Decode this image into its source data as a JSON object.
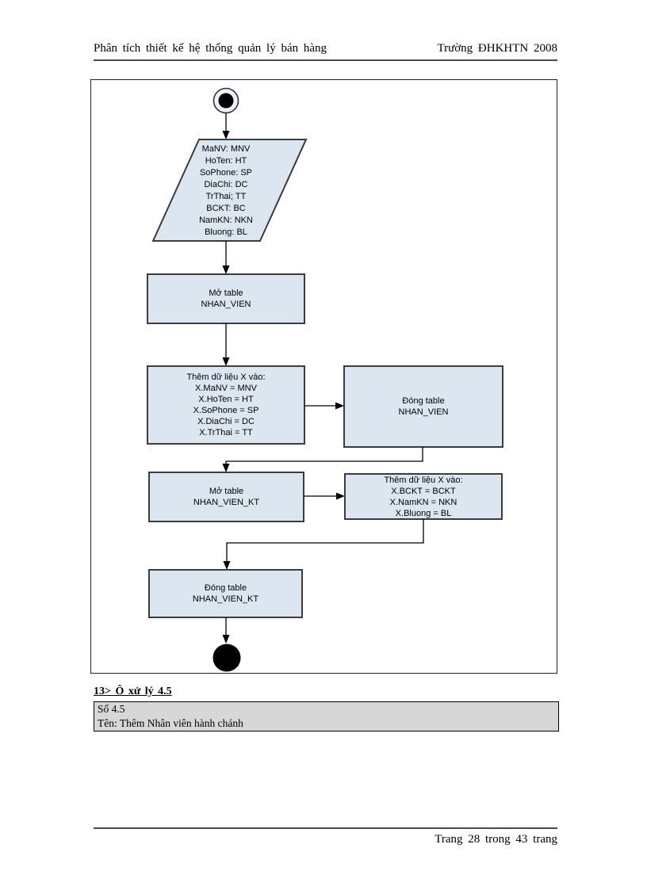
{
  "header": {
    "left": "Phân tích thiết kế hệ thống quản lý bán hàng",
    "right": "Trường ĐHKHTN 2008"
  },
  "footer": {
    "page_label": "Trang 28 trong 43 trang"
  },
  "section": {
    "heading": "13> Ô xử lý 4.5",
    "rows": [
      "Số 4.5",
      "Tên: Thêm Nhân viên hành chánh"
    ]
  },
  "flowchart": {
    "input": {
      "lines": [
        "MaNV: MNV",
        "HoTen: HT",
        "SoPhone: SP",
        "DiaChi: DC",
        "TrThai; TT",
        "BCKT: BC",
        "NamKN: NKN",
        "Bluong: BL"
      ]
    },
    "nodes": {
      "open_nhan_vien": {
        "lines": [
          "Mở table",
          "NHAN_VIEN"
        ]
      },
      "insert_nhan_vien": {
        "lines": [
          "Thêm dữ liệu X vào:",
          "X.MaNV = MNV",
          "X.HoTen = HT",
          "X.SoPhone = SP",
          "X.DiaChi = DC",
          "X.TrThai = TT"
        ]
      },
      "close_nhan_vien": {
        "lines": [
          "Đóng table",
          "NHAN_VIEN"
        ]
      },
      "open_nhan_vien_kt": {
        "lines": [
          "Mở table",
          "NHAN_VIEN_KT"
        ]
      },
      "insert_nhan_vien_kt": {
        "lines": [
          "Thêm dữ liệu X vào:",
          "X.BCKT = BCKT",
          "X.NamKN = NKN",
          "X.Bluong = BL"
        ]
      },
      "close_nhan_vien_kt": {
        "lines": [
          "Đóng table",
          "NHAN_VIEN_KT"
        ]
      }
    },
    "colors": {
      "shape_fill": "#dce6f1",
      "shape_border": "#3c3c3c",
      "connector": "#000000",
      "start_ring_fill": "#eef2fa"
    }
  }
}
